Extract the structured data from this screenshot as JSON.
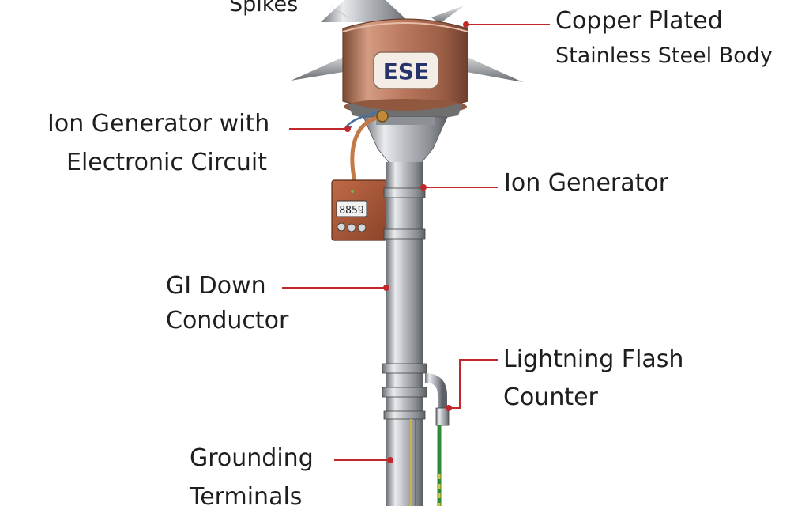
{
  "labels": {
    "spikes": "Spikes",
    "copper_line1": "Copper Plated",
    "copper_line2": "Stainless Steel Body",
    "ion_circuit_line1": "Ion Generator with",
    "ion_circuit_line2": "Electronic Circuit",
    "ion_generator": "Ion Generator",
    "down_line1": "GI Down",
    "down_line2": "Conductor",
    "flash_line1": "Lightning Flash",
    "flash_line2": "Counter",
    "ground_line1": "Grounding",
    "ground_line2": "Terminals"
  },
  "badge_text": "ESE",
  "counter_display": "8859",
  "colors": {
    "leader": "#c0282c",
    "copper": "#b8765c",
    "steel": "#c9ccd0",
    "badge_text": "#27336b",
    "counter_box": "#a9583a",
    "ground_wire": "#2f8a3a"
  }
}
